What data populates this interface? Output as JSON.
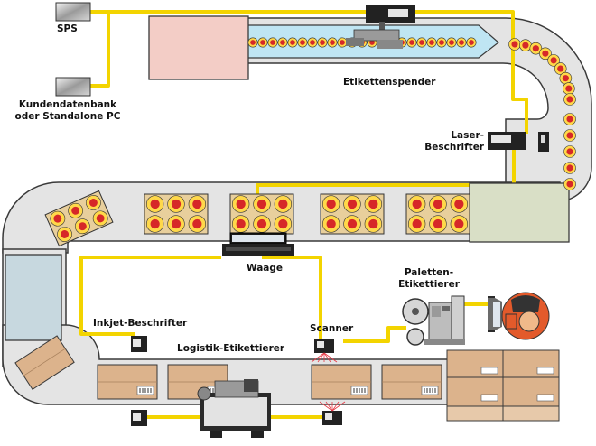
{
  "labels": {
    "sps": "SPS",
    "kundendatenbank_1": "Kundendatenbank",
    "kundendatenbank_2": "oder Standalone PC",
    "etikettenspender": "Etikettenspender",
    "laser_1": "Laser-",
    "laser_2": "Beschrifter",
    "waage": "Waage",
    "paletten_1": "Paletten-",
    "paletten_2": "Etikettierer",
    "inkjet": "Inkjet-Beschrifter",
    "logistik": "Logistik-Etikettierer",
    "scanner": "Scanner"
  },
  "colors": {
    "cable": "#f3d400",
    "conveyor_fill": "#e4e4e4",
    "conveyor_edge": "#3a3a3a",
    "tray": "#e8cf9c",
    "product_ring": "#ffd84a",
    "product_core": "#d62828",
    "box": "#dcb38c",
    "station_green": "#d9dfc6",
    "station_blue": "#c7d8df",
    "station_pink": "#f3cdc6",
    "channel_blue": "#bfe5f3"
  },
  "icons": [
    "sps-device-icon",
    "database-pc-icon",
    "label-dispenser-icon",
    "laser-marker-icon",
    "scale-monitor-icon",
    "pallet-labeler-icon",
    "operator-workstation-icon",
    "inkjet-printer-icon",
    "logistics-labeler-icon",
    "barcode-scanner-icon"
  ]
}
